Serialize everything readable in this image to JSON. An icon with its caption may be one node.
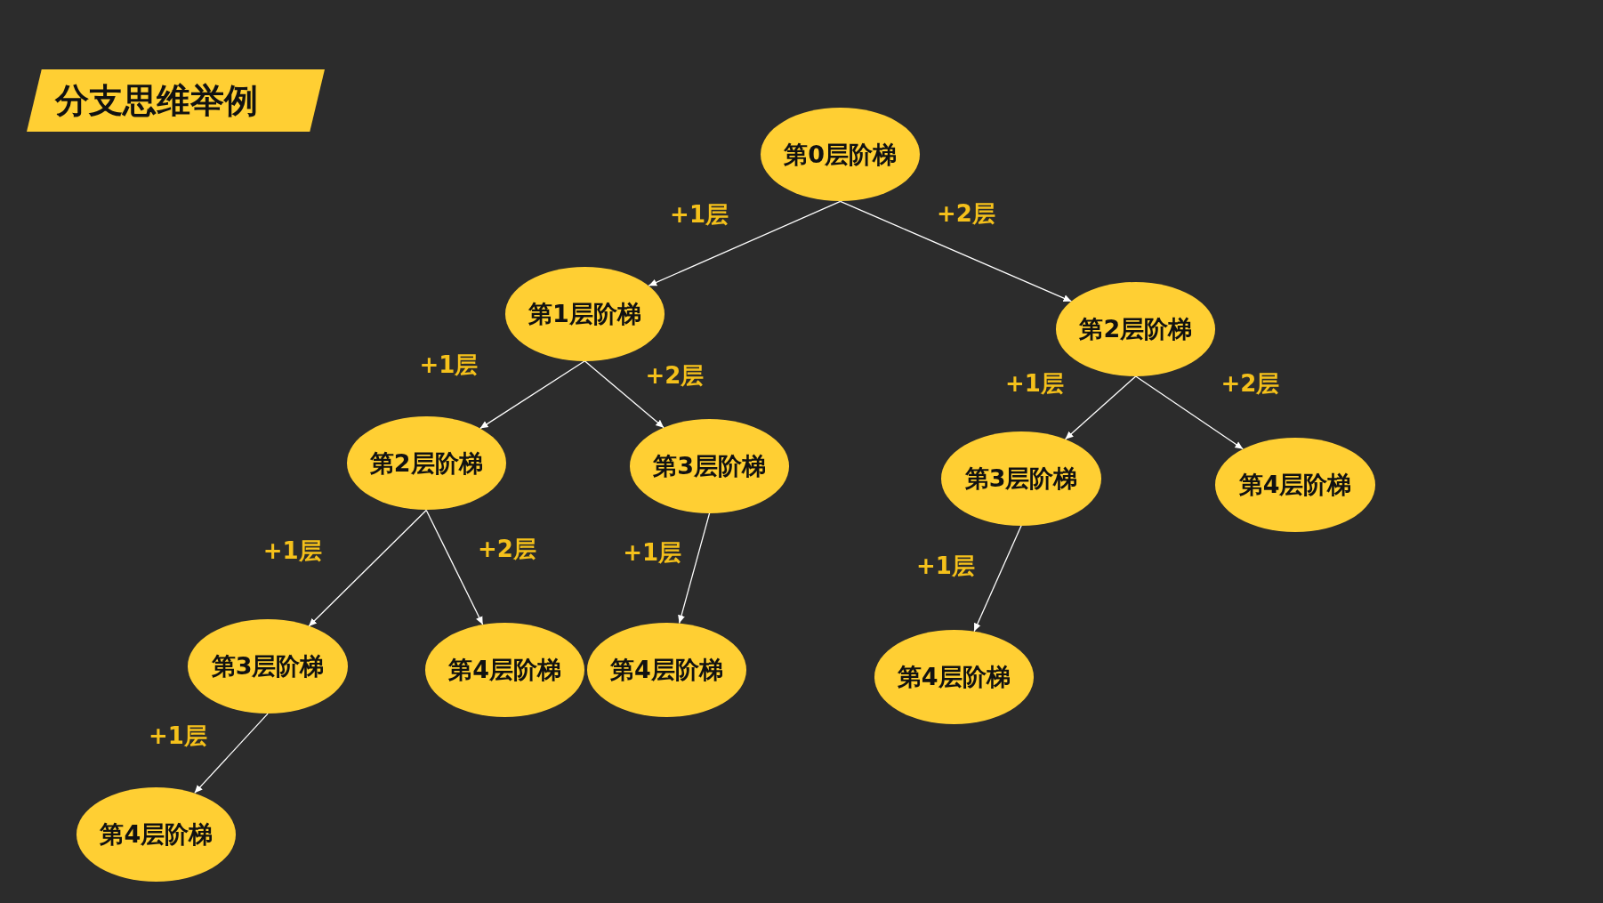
{
  "diagram": {
    "title": "分支思维举例",
    "nodes": [
      {
        "text": [
          "第0层阶梯"
        ]
      },
      {
        "text": [
          "第1层阶梯"
        ]
      },
      {
        "text": [
          "第2层阶梯"
        ]
      },
      {
        "text": [
          "第2层阶梯"
        ]
      },
      {
        "text": [
          "第3层阶梯"
        ]
      },
      {
        "text": [
          "第3层阶梯"
        ]
      },
      {
        "text": [
          "第4层阶梯"
        ]
      },
      {
        "text": [
          "第3层阶梯"
        ]
      },
      {
        "text": [
          "第4层阶梯"
        ]
      },
      {
        "text": [
          "第4层阶梯"
        ]
      },
      {
        "text": [
          "第4层阶梯"
        ]
      },
      {
        "text": [
          "第4层阶梯"
        ]
      }
    ],
    "edges": [
      {
        "from": 0,
        "to": 1,
        "arrow": "to",
        "label": "+1层"
      },
      {
        "from": 0,
        "to": 2,
        "arrow": "to",
        "label": "+2层"
      },
      {
        "from": 1,
        "to": 3,
        "arrow": "to",
        "label": "+1层"
      },
      {
        "from": 1,
        "to": 4,
        "arrow": "to",
        "label": "+2层"
      },
      {
        "from": 2,
        "to": 5,
        "arrow": "to",
        "label": "+1层"
      },
      {
        "from": 2,
        "to": 6,
        "arrow": "to",
        "label": "+2层"
      },
      {
        "from": 3,
        "to": 7,
        "arrow": "to",
        "label": "+1层"
      },
      {
        "from": 3,
        "to": 8,
        "arrow": "to",
        "label": "+2层"
      },
      {
        "from": 4,
        "to": 9,
        "arrow": "to",
        "label": "+1层"
      },
      {
        "from": 5,
        "to": 10,
        "arrow": "to",
        "label": "+1层"
      },
      {
        "from": 7,
        "to": 11,
        "arrow": "to",
        "label": "+1层"
      }
    ]
  }
}
